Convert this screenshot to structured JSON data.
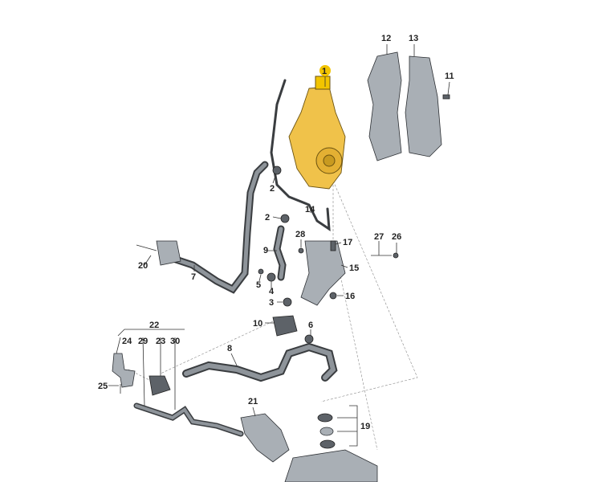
{
  "diagram": {
    "highlight_color": "#f2c400",
    "part_color": "#f0c24a",
    "labels": {
      "p1": "1",
      "p2a": "2",
      "p2b": "2",
      "p3": "3",
      "p4": "4",
      "p5": "5",
      "p6": "6",
      "p7": "7",
      "p8": "8",
      "p9": "9",
      "p10": "10",
      "p11": "11",
      "p12": "12",
      "p13": "13",
      "p14": "14",
      "p15": "15",
      "p16": "16",
      "p17": "17",
      "p19": "19",
      "p20": "20",
      "p21": "21",
      "p22": "22",
      "p23": "23",
      "p24": "24",
      "p25": "25",
      "p26": "26",
      "p27": "27",
      "p28": "28",
      "p29": "29",
      "p30": "30"
    }
  }
}
